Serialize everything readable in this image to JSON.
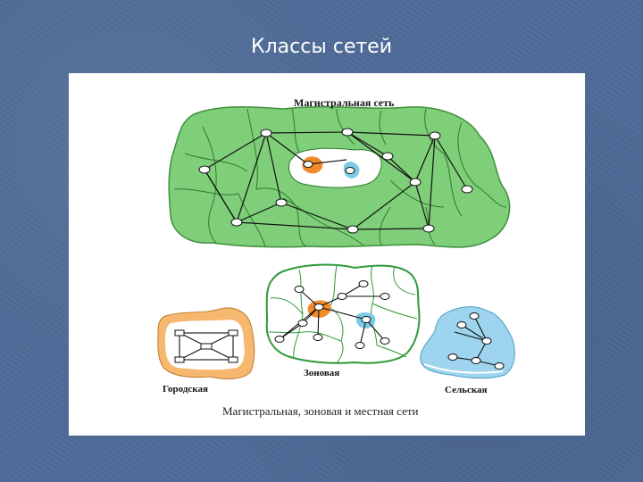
{
  "slide": {
    "title": "Классы сетей"
  },
  "figure": {
    "label_main": "Магистральная сеть",
    "label_zone": "Зоновая",
    "label_city": "Городская",
    "label_rural": "Сельская",
    "caption": "Магистральная, зоновая и местная сети"
  },
  "colors": {
    "slide_background": "#4e6a97",
    "main_network": "#7fcf7a",
    "zone_network": "#ffffff",
    "city_network": "#f6b86e",
    "rural_network": "#9ed4ee",
    "node_orange": "#f08a2a",
    "node_blue": "#7ccbe6"
  }
}
